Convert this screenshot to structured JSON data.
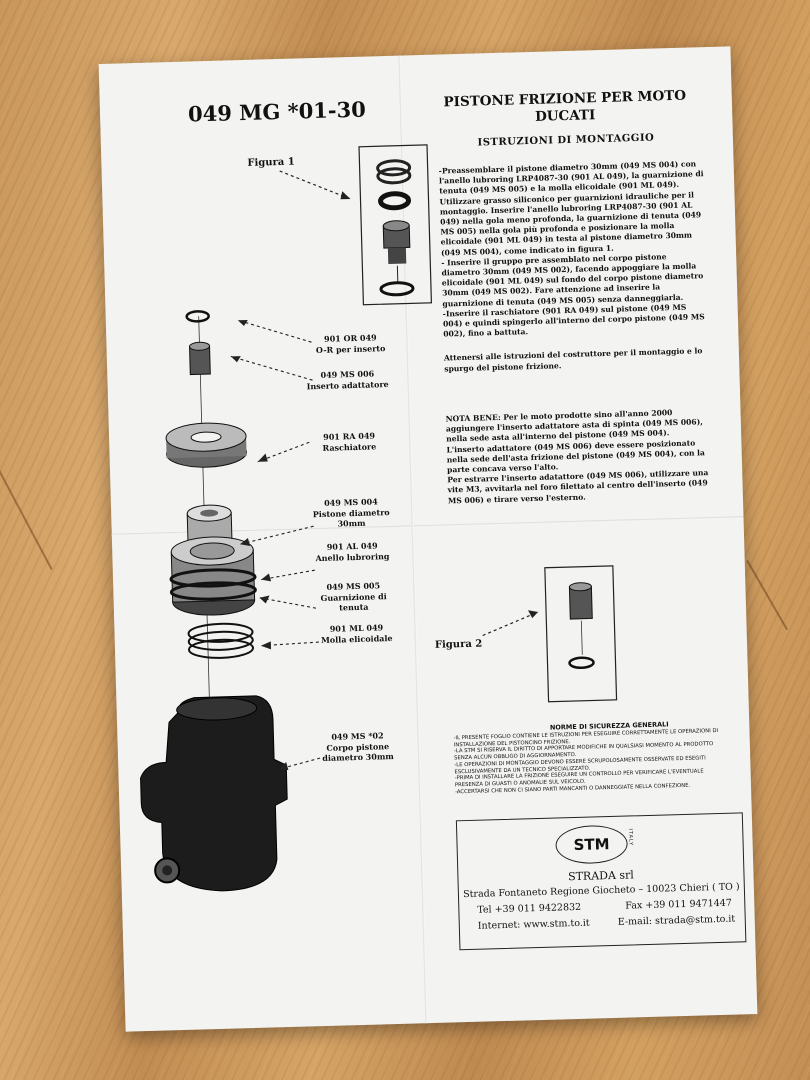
{
  "doc": {
    "code": "049 MG *01-30",
    "title_line1": "PISTONE FRIZIONE PER MOTO",
    "title_line2": "DUCATI",
    "subtitle": "ISTRUZIONI DI MONTAGGIO",
    "figure1": "Figura 1",
    "figure2": "Figura 2"
  },
  "instructions": [
    "-Preassemblare il pistone diametro 30mm (049 MS 004) con l'anello lubroring LRP4087-30 (901 AL 049), la guarnizione di tenuta (049 MS 005) e la molla elicoidale (901 ML 049). Utilizzare grasso siliconico per guarnizioni idrauliche per il montaggio. Inserire l'anello lubroring LRP4087-30 (901 AL 049) nella gola meno profonda, la guarnizione di tenuta (049 MS 005) nella gola più profonda e posizionare la molla elicoidale (901 ML 049) in testa al pistone diametro 30mm (049 MS 004), come indicato in figura 1.",
    "- Inserire il gruppo pre assemblato nel corpo pistone diametro 30mm (049 MS 002), facendo appoggiare la molla elicoidale (901 ML 049) sul fondo del corpo pistone diametro 30mm (049 MS 002). Fare attenzione ad inserire la guarnizione di tenuta (049 MS 005) senza danneggiarla.",
    "-Inserire il raschiatore (901 RA 049) sul pistone (049 MS 004) e quindi spingerlo all'interno del corpo pistone (049 MS 002), fino a battuta.",
    "Attenersi alle istruzioni del costruttore per il montaggio e lo spurgo del pistone frizione."
  ],
  "nota": [
    "NOTA BENE: Per le moto prodotte sino all'anno 2000 aggiungere l'inserto adattatore asta di spinta (049 MS 006), nella sede asta all'interno del pistone (049 MS 004).",
    "L'inserto adattatore (049 MS 006) deve essere posizionato nella sede dell'asta frizione del pistone (049 MS 004), con la parte concava verso l'alto.",
    "Per estrarre l'inserto adatattore (049 MS 006), utilizzare una vite M3, avvitarla nel foro filettato al centro dell'inserto (049 MS 006) e tirare verso l'esterno."
  ],
  "parts": [
    {
      "code": "901 OR 049",
      "name": "O-R per inserto"
    },
    {
      "code": "049 MS 006",
      "name": "Inserto adattatore"
    },
    {
      "code": "901 RA 049",
      "name": "Raschiatore"
    },
    {
      "code": "049 MS 004",
      "name": "Pistone diametro 30mm"
    },
    {
      "code": "901 AL 049",
      "name": "Anello lubroring"
    },
    {
      "code": "049 MS 005",
      "name": "Guarnizione di tenuta"
    },
    {
      "code": "901 ML 049",
      "name": "Molla elicoidale"
    },
    {
      "code": "049 MS *02",
      "name": "Corpo pistone diametro 30mm"
    }
  ],
  "safety": {
    "title": "NORME DI SICUREZZA GENERALI",
    "lines": [
      "-IL PRESENTE FOGLIO CONTIENE LE ISTRUZIONI PER ESEGUIRE CORRETTAMENTE LE OPERAZIONI DI INSTALLAZIONE DEL PISTONCINO FRIZIONE.",
      "-LA STM SI RISERVA IL DIRITTO DI APPORTARE MODIFICHE IN QUALSIASI MOMENTO AL PRODOTTO SENZA ALCUN OBBLIGO DI AGGIORNAMENTO.",
      "-LE OPERAZIONI DI MONTAGGIO DEVONO ESSERE SCRUPOLOSAMENTE OSSERVATE ED ESEGITI ESCLUSIVAMENTE DA UN TECNICO SPECIALIZZATO.",
      "-PRIMA DI INSTALLARE LA FRIZIONE ESEGUIRE UN CONTROLLO PER VERIFICARE L'EVENTUALE PRESENZA DI GUASTI O ANOMALIE SUL VEICOLO.",
      "-ACCERTARSI CHE NON CI SIANO PARTI MANCANTI O DANNEGGIATE NELLA CONFEZIONE."
    ]
  },
  "company": {
    "logo": "STM",
    "italy": "ITALY",
    "name": "STRADA srl",
    "address": "Strada Fontaneto Regione Giocheto – 10023 Chieri ( TO )",
    "tel": "Tel +39 011 9422832",
    "fax": "Fax +39 011 9471447",
    "web": "Internet: www.stm.to.it",
    "email": "E-mail: strada@stm.to.it"
  }
}
